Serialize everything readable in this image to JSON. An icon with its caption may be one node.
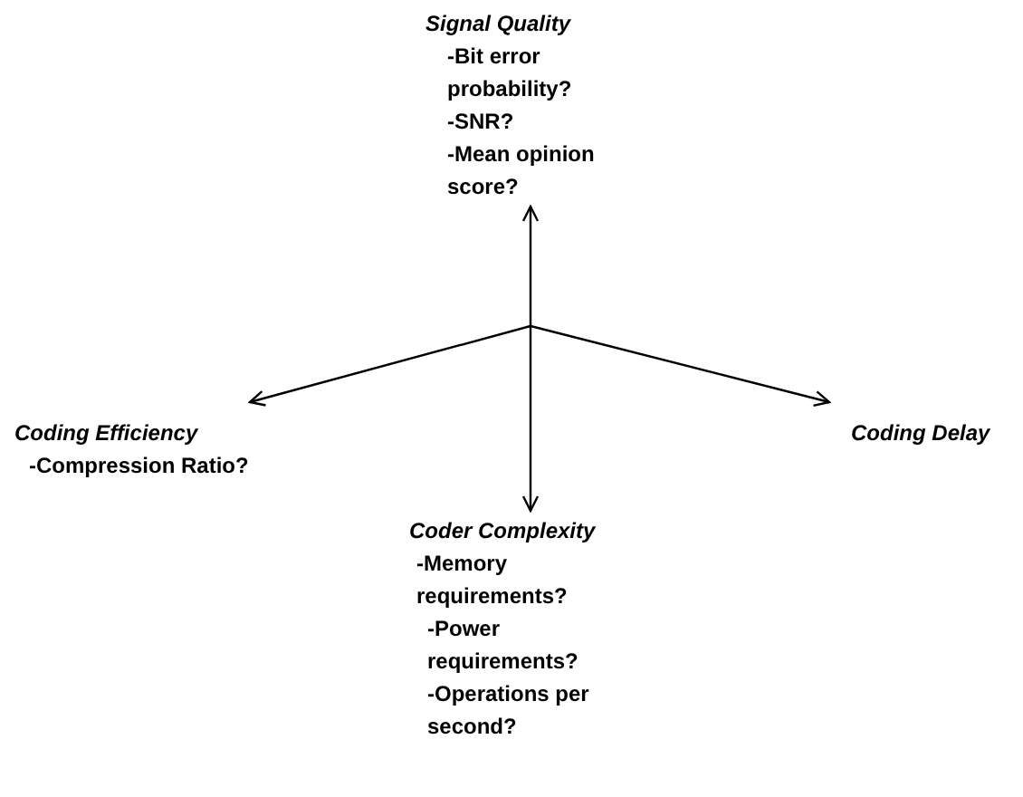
{
  "diagram": {
    "nodes": [
      {
        "text": [
          "Signal Quality",
          "-Bit error probability?",
          "-SNR?",
          "-Mean opinion score?"
        ]
      },
      {
        "text": [
          "Coding Efficiency",
          "-Compression Ratio?"
        ]
      },
      {
        "text": [
          "Coding Delay"
        ]
      },
      {
        "text": [
          "Coder Complexity",
          "-Memory requirements?",
          "-Power requirements?",
          "-Operations per second?"
        ]
      }
    ],
    "edges": [
      {
        "from": null,
        "to": 0,
        "arrow": "to"
      },
      {
        "from": null,
        "to": 1,
        "arrow": "to"
      },
      {
        "from": null,
        "to": 2,
        "arrow": "to"
      },
      {
        "from": null,
        "to": 3,
        "arrow": "to"
      }
    ]
  }
}
